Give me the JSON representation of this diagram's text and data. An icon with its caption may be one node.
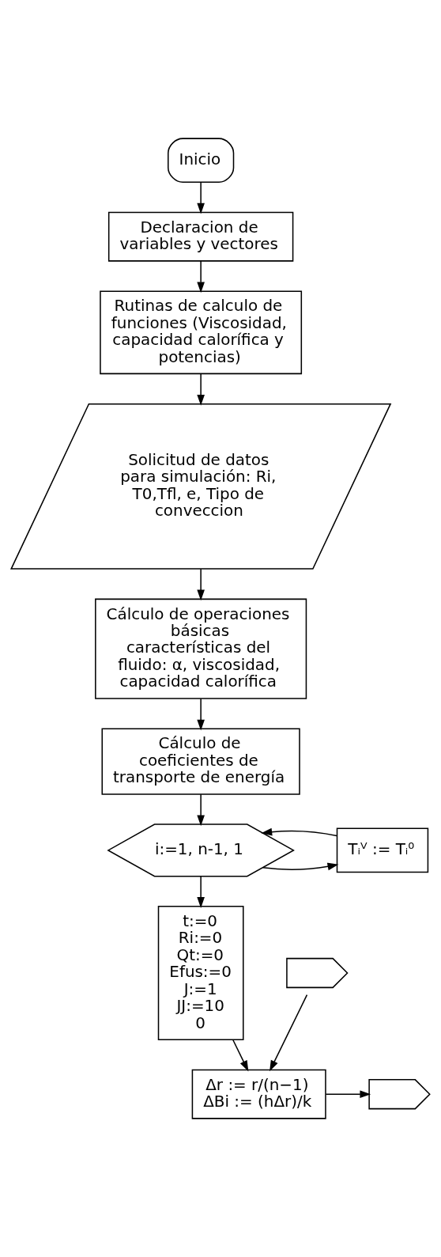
{
  "diagram": {
    "nodes": [
      {
        "text": [
          "Inicio"
        ]
      },
      {
        "text": [
          "Declaracion de variables y vectores"
        ]
      },
      {
        "text": [
          "Rutinas de calculo de funciones (Viscosidad, capacidad calorífica y potencias)"
        ]
      },
      {
        "text": [
          "Solicitud de datos para simulación: Ri, T0,Tfl, e, Tipo de conveccion"
        ]
      },
      {
        "text": [
          "Cálculo de operaciones básicas características del fluido: α, viscosidad, capacidad calorífica"
        ]
      },
      {
        "text": [
          "Cálculo de coeficientes de transporte de energía"
        ]
      },
      {
        "text": [
          "i:=1, n-1, 1"
        ]
      },
      {
        "text": [
          "Tᵢⱽ := Tᵢ⁰"
        ]
      },
      {
        "text": [
          "t:=0",
          "Ri:=0",
          "Qt:=0",
          "Efus:=0",
          "J:=1",
          "JJ:=10",
          "0"
        ]
      },
      {
        "text": [],
        "shape": "pentagon"
      },
      {
        "text": [
          "Δr := r/(n−1)",
          "ΔBi := (hΔr)/k"
        ]
      },
      {
        "text": [],
        "shape": "pentagon"
      }
    ],
    "edges": [
      {
        "from": 0,
        "to": 1,
        "arrow": "to"
      },
      {
        "from": 1,
        "to": 2,
        "arrow": "to"
      },
      {
        "from": 2,
        "to": 3,
        "arrow": "to"
      },
      {
        "from": 3,
        "to": 4,
        "arrow": "to"
      },
      {
        "from": 4,
        "to": 5,
        "arrow": "to"
      },
      {
        "from": 5,
        "to": 6,
        "arrow": "to"
      },
      {
        "from": 6,
        "to": 7,
        "arrow": "to"
      },
      {
        "from": 7,
        "to": 6,
        "arrow": "to"
      },
      {
        "from": 6,
        "to": 8,
        "arrow": "to"
      },
      {
        "from": 8,
        "to": 10,
        "arrow": "to"
      },
      {
        "from": 9,
        "to": 10,
        "arrow": "to"
      },
      {
        "from": 10,
        "to": 11,
        "arrow": "to"
      }
    ]
  }
}
